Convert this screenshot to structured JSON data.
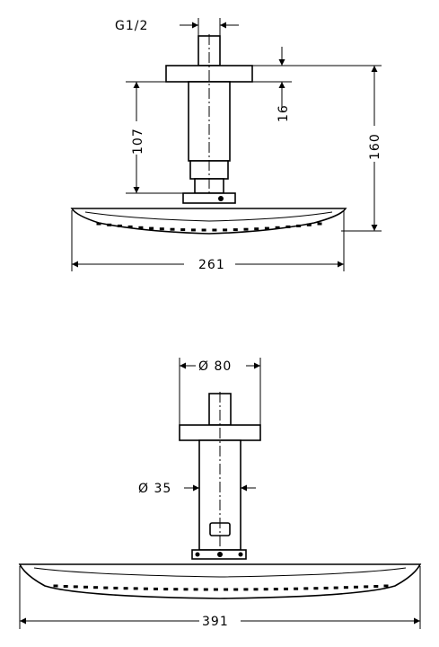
{
  "side_view": {
    "thread_label": "G1/2",
    "flange_height": "16",
    "arm_length": "107",
    "total_height": "160",
    "head_diameter": "261"
  },
  "front_view": {
    "flange_diameter": "Ø 80",
    "arm_diameter": "Ø 35",
    "head_width": "391"
  }
}
